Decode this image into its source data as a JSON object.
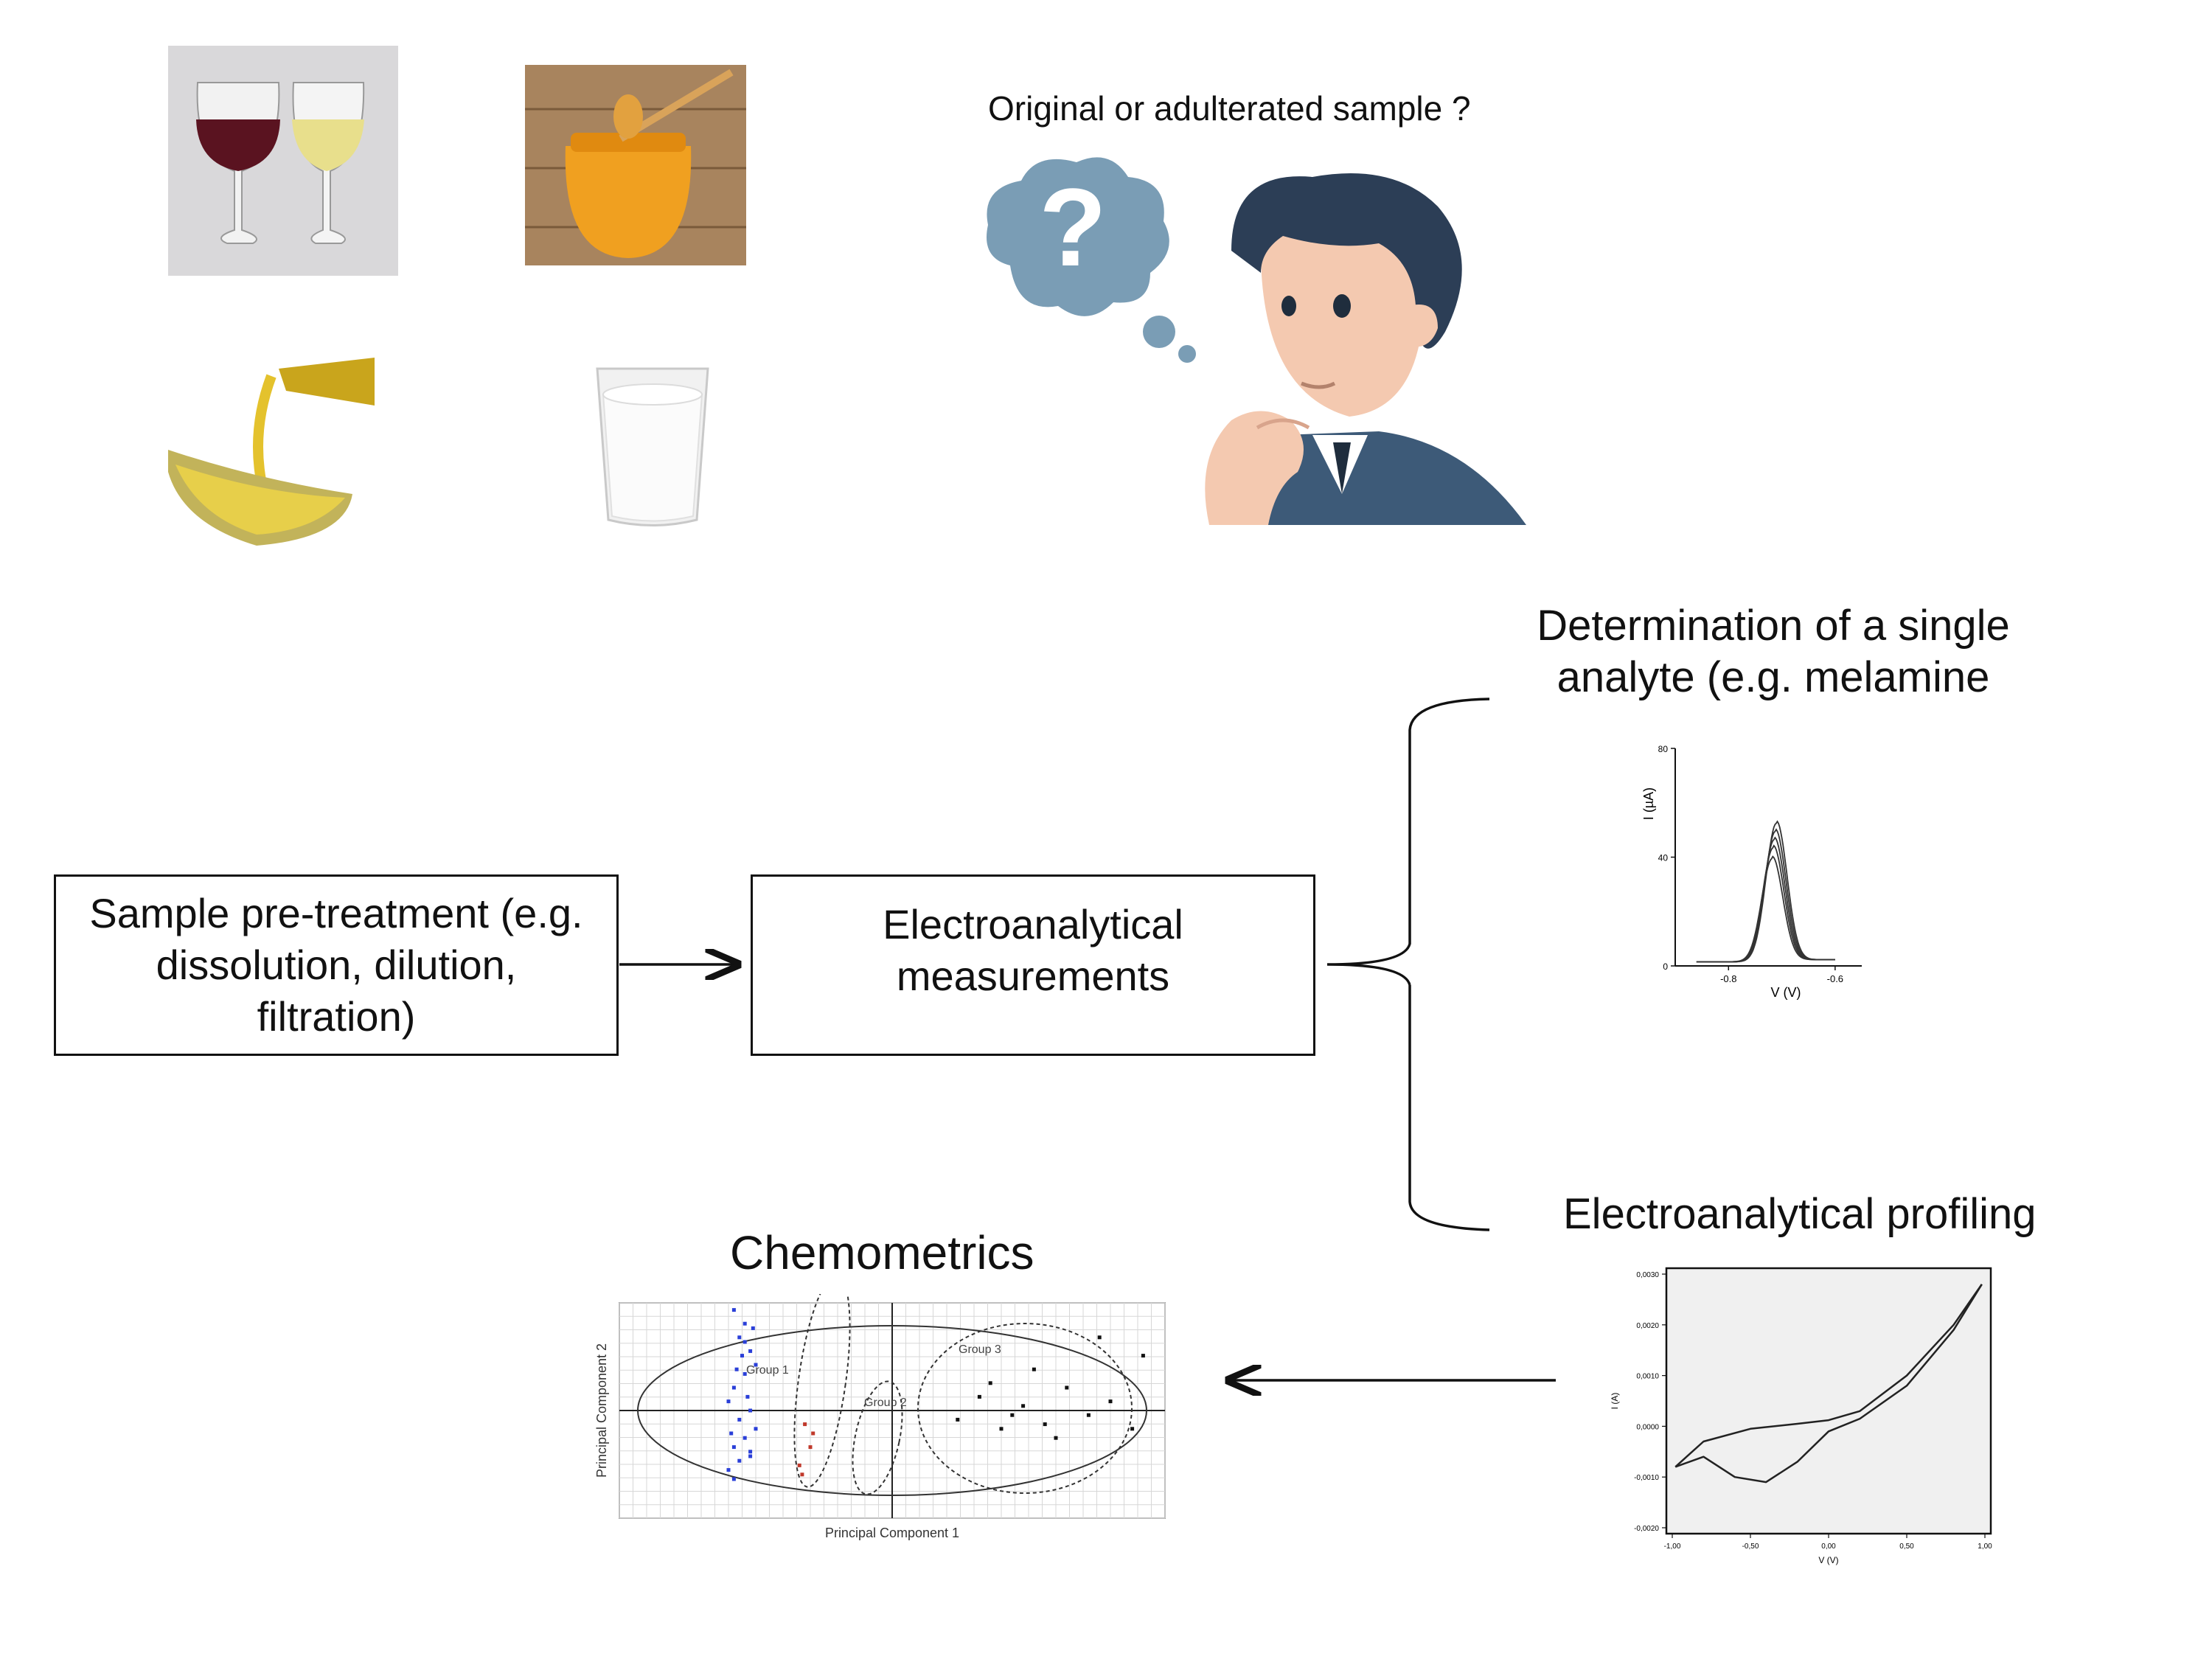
{
  "question": "Original or adulterated sample ?",
  "icons": {
    "wine": "wine-glasses-icon",
    "honey": "honey-jar-icon",
    "oil": "olive-oil-icon",
    "milk": "milk-glass-icon",
    "thinker": "thinking-person-icon"
  },
  "boxes": {
    "pretreatment": [
      "Sample pre-treatment (e.g.",
      "dissolution, dilution,",
      "filtration)"
    ],
    "measurements": [
      "Electroanalytical",
      "measurements"
    ]
  },
  "branches": {
    "single": [
      "Determination of a single",
      "analyte (e.g. melamine"
    ],
    "profiling": "Electroanalytical profiling",
    "chemometrics": "Chemometrics"
  },
  "chart_data": [
    {
      "type": "line",
      "xlabel": "V (V)",
      "ylabel": "I (µA)",
      "xlim": [
        -0.9,
        -0.55
      ],
      "ylim": [
        0,
        80
      ],
      "xticks": [
        "-0.8",
        "-0.6"
      ],
      "yticks": [
        "0",
        "40",
        "80"
      ],
      "series": [
        {
          "peak_x": -0.71,
          "peak_y": 51
        },
        {
          "peak_x": -0.712,
          "peak_y": 48
        },
        {
          "peak_x": -0.714,
          "peak_y": 45
        },
        {
          "peak_x": -0.716,
          "peak_y": 42
        },
        {
          "peak_x": -0.718,
          "peak_y": 38
        }
      ]
    },
    {
      "type": "line",
      "xlabel": "V (V)",
      "ylabel": "I (A)",
      "xlim": [
        -1.0,
        1.0
      ],
      "ylim": [
        -0.002,
        0.003
      ],
      "xticks": [
        "-1,00",
        "-0,50",
        "0,00",
        "0,50",
        "1,00"
      ],
      "yticks": [
        "-0,0020",
        "-0,0010",
        "0,0000",
        "0,0010",
        "0,0020",
        "0,0030"
      ],
      "series": [
        {
          "name": "",
          "x": [
            -0.98,
            -0.8,
            -0.5,
            -0.2,
            0.0,
            0.2,
            0.5,
            0.8,
            0.98
          ],
          "y": [
            -0.0008,
            -0.0003,
            -5e-05,
            5e-05,
            0.00012,
            0.0003,
            0.001,
            0.002,
            0.0028
          ]
        },
        {
          "name": "",
          "x": [
            0.98,
            0.8,
            0.5,
            0.2,
            0.0,
            -0.2,
            -0.4,
            -0.6,
            -0.8,
            -0.98
          ],
          "y": [
            0.0028,
            0.0019,
            0.0008,
            0.00015,
            -0.0001,
            -0.0007,
            -0.0011,
            -0.001,
            -0.0006,
            -0.0008
          ]
        }
      ]
    },
    {
      "type": "scatter",
      "xlabel": "Principal Component 1",
      "ylabel": "Principal Component 2",
      "groups": [
        "Group 1",
        "Group 2",
        "Group 3"
      ],
      "series": [
        {
          "name": "Group 1",
          "color": "#2a3fd8",
          "x": [
            -2.9,
            -2.7,
            -2.8,
            -2.6,
            -2.5,
            -2.7,
            -2.9,
            -3.0,
            -2.6,
            -2.8,
            -2.5,
            -2.7,
            -2.9,
            -2.6,
            -2.8,
            -3.0,
            -2.7,
            -2.55,
            -2.85,
            -2.65,
            -2.95,
            -2.6,
            -2.75,
            -2.9
          ],
          "y": [
            2.2,
            1.9,
            1.6,
            1.3,
            1.0,
            0.8,
            0.5,
            0.2,
            0.0,
            -0.2,
            -0.4,
            -0.6,
            -0.8,
            -1.0,
            -1.1,
            -1.3,
            1.5,
            1.8,
            0.9,
            0.3,
            -0.5,
            -0.9,
            1.2,
            -1.5
          ]
        },
        {
          "name": "Group 2",
          "color": "#c0392b",
          "x": [
            -1.6,
            -1.5,
            -1.7,
            -1.45,
            -1.65
          ],
          "y": [
            -0.3,
            -0.8,
            -1.2,
            -0.5,
            -1.4
          ]
        },
        {
          "name": "Group 3",
          "color": "#111111",
          "x": [
            1.2,
            1.6,
            2.0,
            2.4,
            2.8,
            3.2,
            3.6,
            4.0,
            4.4,
            1.8,
            2.6,
            3.0,
            3.8,
            4.6,
            2.2
          ],
          "y": [
            -0.2,
            0.3,
            -0.4,
            0.1,
            -0.3,
            0.5,
            -0.1,
            0.2,
            -0.4,
            0.6,
            0.9,
            -0.6,
            1.6,
            1.2,
            -0.1
          ]
        }
      ]
    }
  ]
}
